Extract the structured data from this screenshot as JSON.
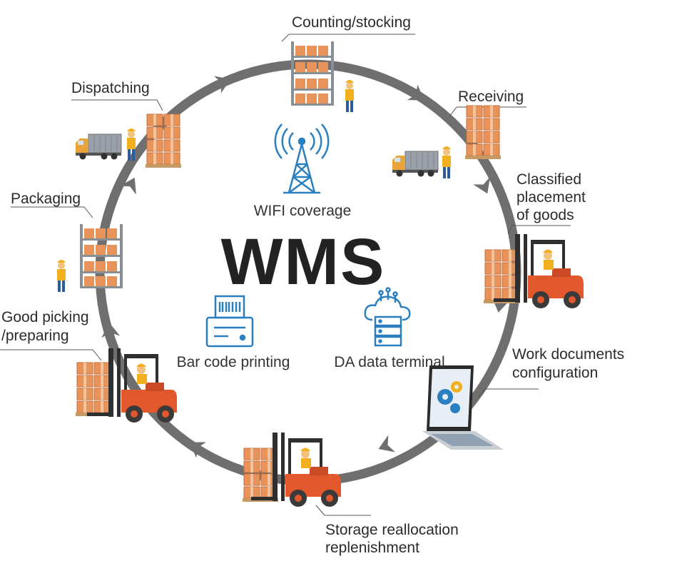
{
  "center": {
    "title": "WMS",
    "features": {
      "wifi": "WIFI coverage",
      "barcode": "Bar code printing",
      "terminal": "DA data terminal"
    }
  },
  "stages": {
    "counting": "Counting/stocking",
    "receiving": "Receiving",
    "classified": [
      "Classified",
      "placement",
      "of goods"
    ],
    "work_docs": [
      "Work documents",
      "configuration"
    ],
    "storage": [
      "Storage reallocation",
      "replenishment"
    ],
    "picking": [
      "Good picking",
      "/preparing"
    ],
    "packaging": "Packaging",
    "dispatching": "Dispatching"
  },
  "colors": {
    "ring": "#6f6f6f",
    "accent_blue": "#2a7fc1",
    "box": "#e8935a",
    "forklift_orange": "#e2572b",
    "dark": "#2b2b2b"
  },
  "icons": [
    "wifi-tower-icon",
    "barcode-printer-icon",
    "cloud-server-icon",
    "shelf-rack-icon",
    "truck-icon",
    "forklift-icon",
    "laptop-gears-icon",
    "worker-icon"
  ]
}
